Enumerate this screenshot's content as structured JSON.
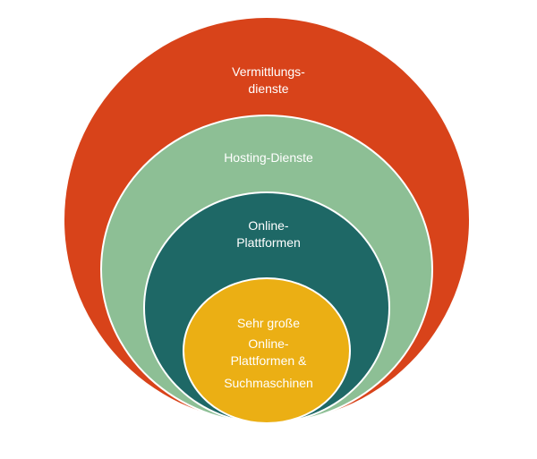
{
  "diagram": {
    "colors": {
      "outer": "#D8431A",
      "second": "#8DBF95",
      "third": "#1E6866",
      "inner": "#EBAF14",
      "text": "#FFFFFF"
    },
    "levels": [
      {
        "line1": "Vermittlungs-",
        "line2": "dienste"
      },
      {
        "line1": "Hosting-Dienste"
      },
      {
        "line1": "Online-",
        "line2": "Plattformen"
      },
      {
        "line1": "Sehr große",
        "line2": "Online-",
        "line3": "Plattformen &",
        "line4": "Suchmaschinen"
      }
    ]
  }
}
